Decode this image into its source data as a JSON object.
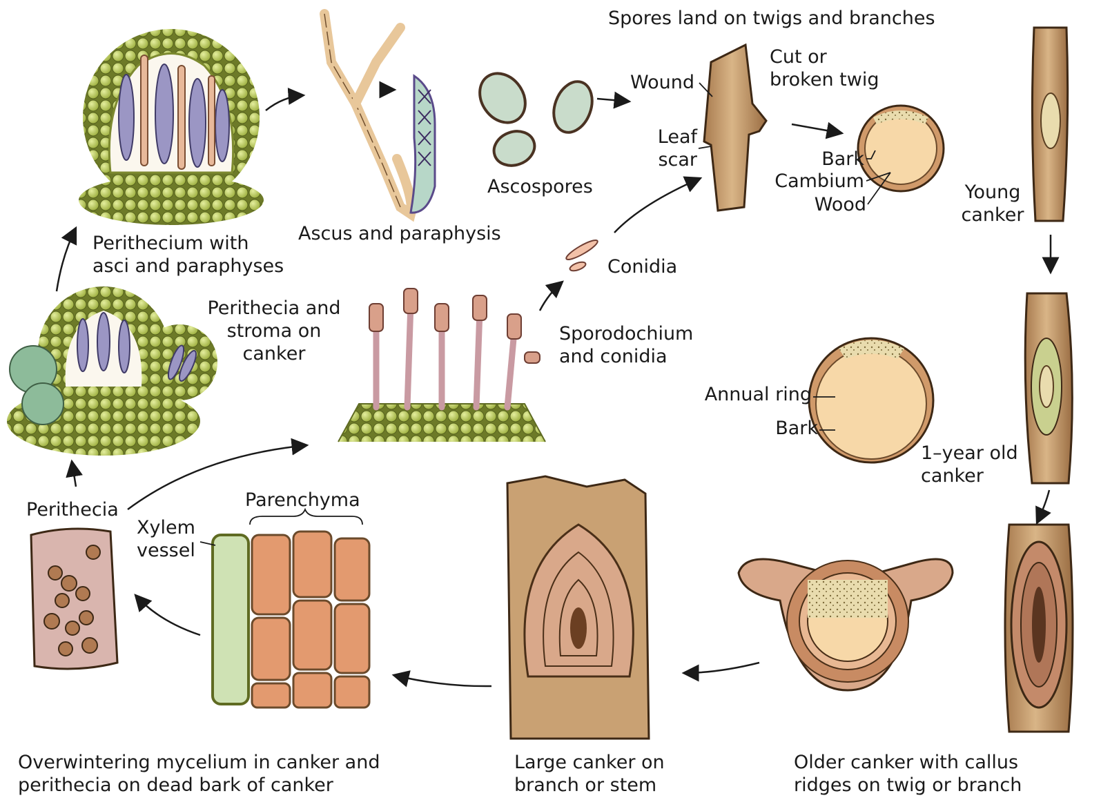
{
  "labels": {
    "perithecium_asci": "Perithecium with\nasci and paraphyses",
    "ascus_paraphysis": "Ascus and paraphysis",
    "ascospores": "Ascospores",
    "spores_land": "Spores land on twigs and branches",
    "wound": "Wound",
    "cut_twig": "Cut or\nbroken twig",
    "leaf_scar": "Leaf\nscar",
    "bark_1": "Bark",
    "cambium": "Cambium",
    "wood": "Wood",
    "young_canker": "Young\ncanker",
    "conidia": "Conidia",
    "perithecia_stroma": "Perithecia and\nstroma on\ncanker",
    "sporodochium": "Sporodochium\nand conidia",
    "annual_ring": "Annual ring",
    "bark_2": "Bark",
    "one_year_canker": "1–year old\ncanker",
    "perithecia": "Perithecia",
    "xylem_vessel": "Xylem\nvessel",
    "parenchyma": "Parenchyma",
    "overwintering": "Overwintering mycelium in canker and\nperithecia on dead bark of canker",
    "large_canker": "Large canker on\nbranch or stem",
    "older_canker": "Older canker with callus\nridges on twig or branch"
  },
  "colors": {
    "cell_green": "#b9c96a",
    "cell_edge": "#5f6b22",
    "bark": "#c9a173",
    "bark_dark": "#6b4a2b",
    "wood": "#f7d8a8",
    "ascus": "#9b96c4",
    "paraphysis": "#e8b99a",
    "conidia": "#d9a08a"
  }
}
